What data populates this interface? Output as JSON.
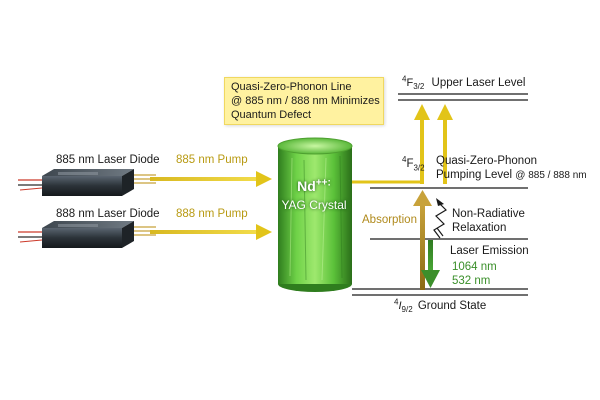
{
  "sources": [
    {
      "label": "885 nm Laser Diode",
      "pump_label": "885 nm Pump"
    },
    {
      "label": "888 nm Laser Diode",
      "pump_label": "888 nm Pump"
    }
  ],
  "crystal": {
    "line1": "Nd",
    "line1_sup": "++:",
    "line2": "YAG Crystal"
  },
  "note": {
    "line1": "Quasi-Zero-Phonon Line",
    "line2": "@ 885 nm / 888 nm Minimizes",
    "line3": "Quantum Defect"
  },
  "levels": {
    "upper": {
      "sup": "4",
      "base": "F",
      "sub": "3/2",
      "name": "Upper Laser Level"
    },
    "pump": {
      "sup": "4",
      "base": "F",
      "sub": "3/2",
      "name_line1": "Quasi-Zero-Phonon",
      "name_line2": "Pumping Level",
      "name_line2_small": "@ 885 / 888 nm"
    },
    "ground": {
      "sup": "4",
      "base": "I",
      "sub": "9/2",
      "name": "Ground State"
    }
  },
  "transitions": {
    "absorption": "Absorption",
    "relaxation_line1": "Non-Radiative",
    "relaxation_line2": "Relaxation",
    "emission": "Laser Emission",
    "wavelength1": "1064 nm",
    "wavelength2": "532 nm"
  },
  "colors": {
    "pump_arrow": "#e2c419",
    "absorption_arrow": "#b08a1c",
    "emission_arrow": "#3c8f2b",
    "crystal": "#5cc23a",
    "note_bg": "#fff2a0"
  }
}
